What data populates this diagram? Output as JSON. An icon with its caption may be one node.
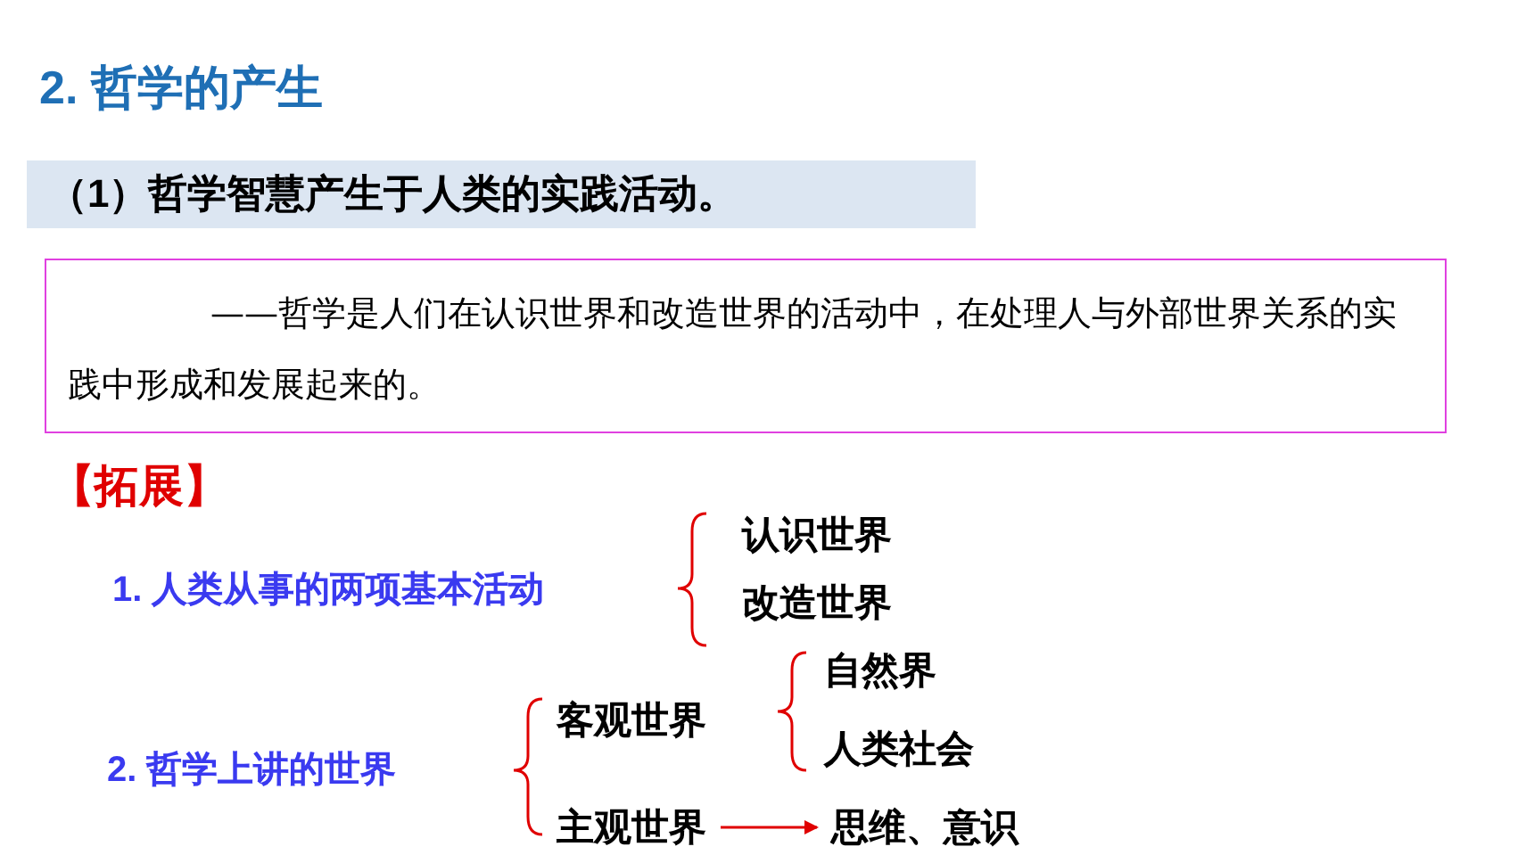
{
  "diagram": {
    "title": "2. 哲学的产生",
    "nodes": [
      {
        "text": [
          "（1）哲学智慧产生于人类的实践活动。"
        ]
      },
      {
        "text": [
          "——哲学是人们在认识世界和改造世界的活动中，在处理人与外部世界关系的实践中形成和发展起来的。"
        ]
      },
      {
        "text": [
          "1. 人类从事的两项基本活动"
        ]
      },
      {
        "text": [
          "认识世界"
        ]
      },
      {
        "text": [
          "改造世界"
        ]
      },
      {
        "text": [
          "2. 哲学上讲的世界"
        ]
      },
      {
        "text": [
          "客观世界"
        ]
      },
      {
        "text": [
          "自然界"
        ]
      },
      {
        "text": [
          "人类社会"
        ]
      },
      {
        "text": [
          "主观世界"
        ]
      },
      {
        "text": [
          "思维、意识"
        ]
      }
    ],
    "edges": [
      {
        "from": 9,
        "to": 10,
        "arrow": "to",
        "color": "#e00000"
      }
    ],
    "labels": [
      "【拓展】"
    ]
  }
}
